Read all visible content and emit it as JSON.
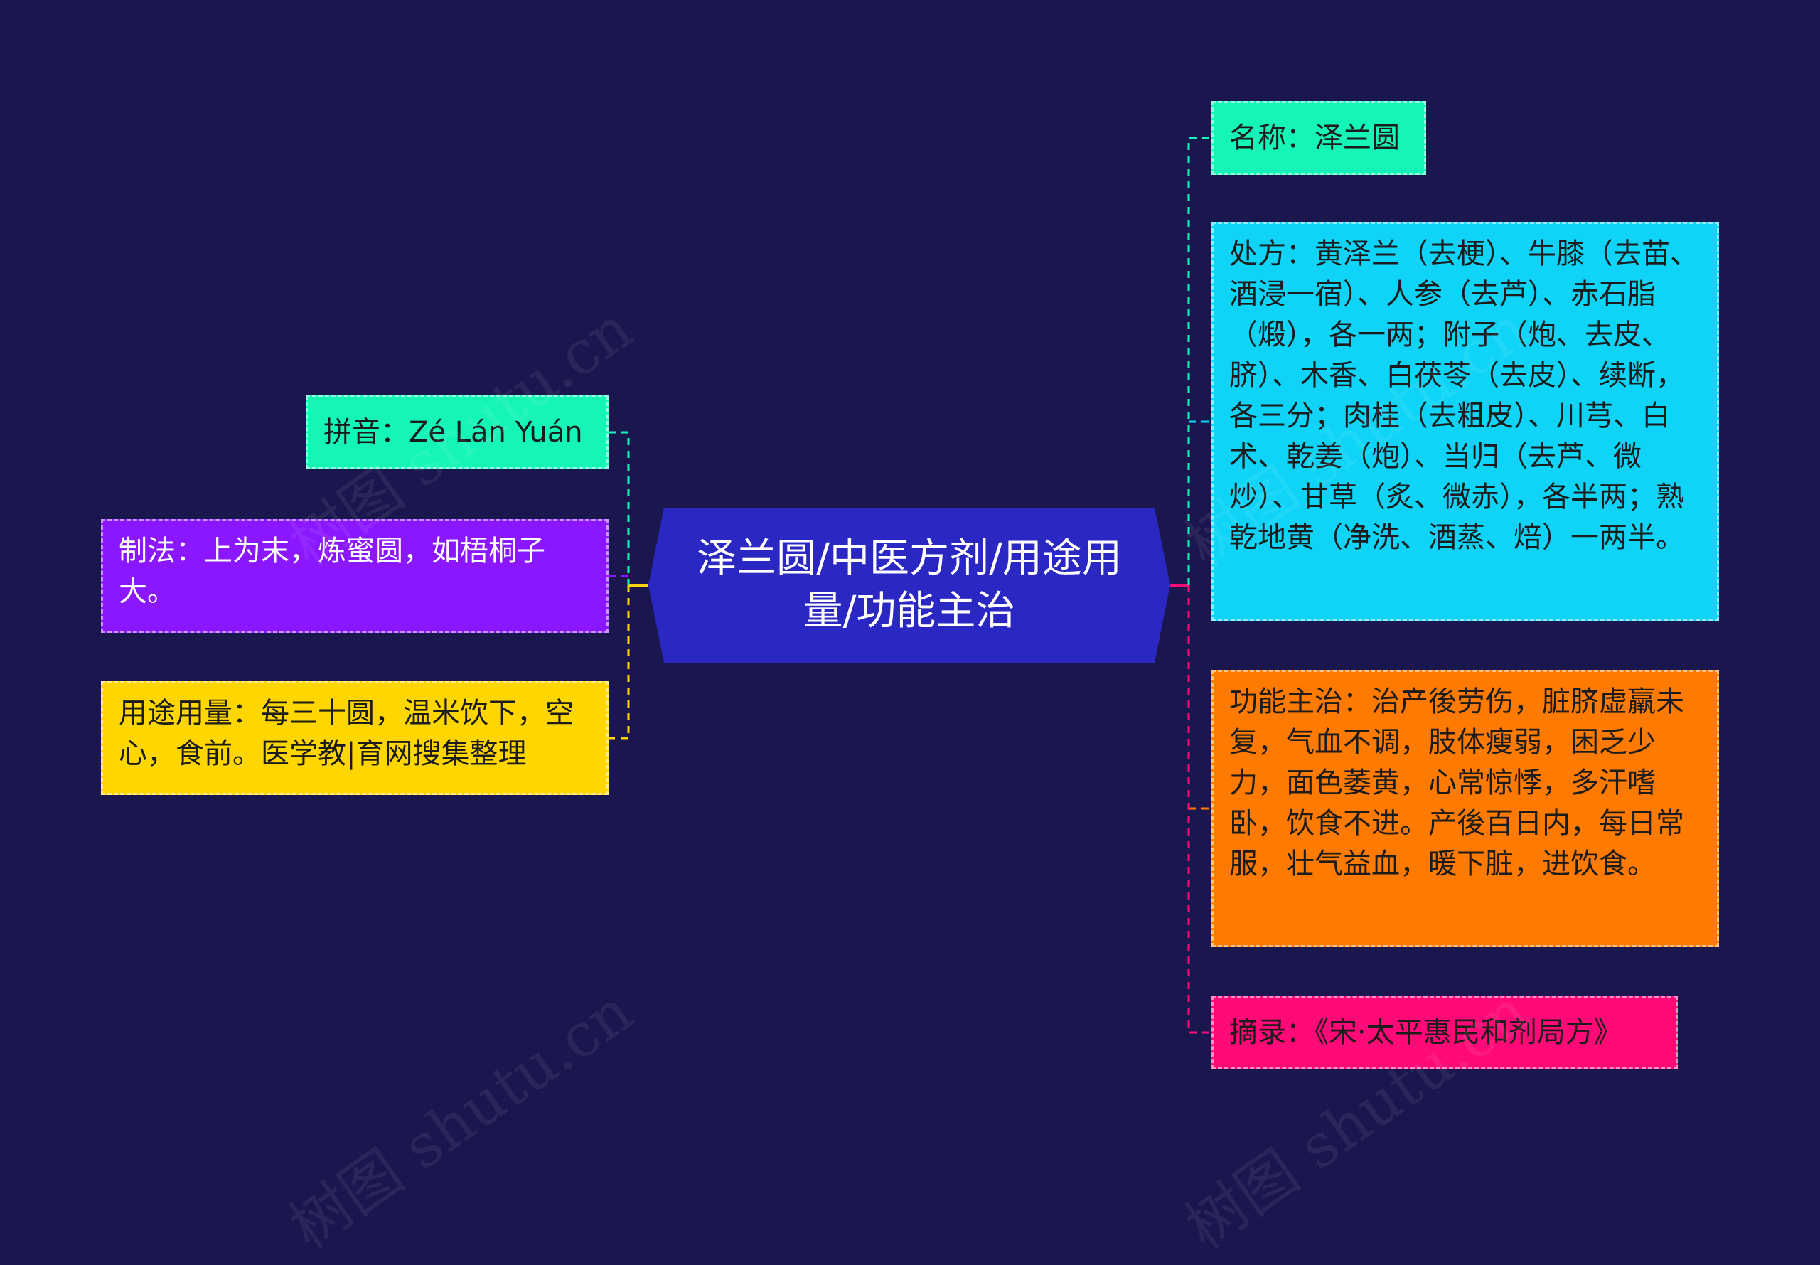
{
  "center": {
    "title": "泽兰圆/中医方剂/用途用量/功能主治",
    "color": "#2b27c2"
  },
  "left_nodes": [
    {
      "key": "pinyin",
      "text": "拼音：Zé Lán Yuán",
      "color": "#16f5b8"
    },
    {
      "key": "method",
      "text": "制法：上为末，炼蜜圆，如梧桐子大。",
      "color": "#8a17ff"
    },
    {
      "key": "usage",
      "text": "用途用量：每三十圆，温米饮下，空心，食前。医学教|育网搜集整理",
      "color": "#ffd600"
    }
  ],
  "right_nodes": [
    {
      "key": "name",
      "text": "名称：泽兰圆",
      "color": "#16f5b8"
    },
    {
      "key": "recipe",
      "text": "处方：黄泽兰（去梗）、牛膝（去苗、酒浸一宿）、人参（去芦）、赤石脂（煅），各一两；附子（炮、去皮、脐）、木香、白茯苓（去皮）、续断，各三分；肉桂（去粗皮）、川芎、白术、乾姜（炮）、当归（去芦、微炒）、甘草（炙、微赤），各半两；熟乾地黄（净洗、酒蒸、焙）一两半。",
      "color": "#0fd4f7"
    },
    {
      "key": "function",
      "text": "功能主治：治产後劳伤，脏脐虚羸未复，气血不调，肢体瘦弱，困乏少力，面色萎黄，心常惊悸，多汗嗜卧，饮食不进。产後百日内，每日常服，壮气益血，暖下脏，进饮食。",
      "color": "#ff7a00"
    },
    {
      "key": "source",
      "text": "摘录：《宋·太平惠民和剂局方》",
      "color": "#ff0a77"
    }
  ],
  "watermark": "树图 shutu.cn",
  "background": "#19174e"
}
